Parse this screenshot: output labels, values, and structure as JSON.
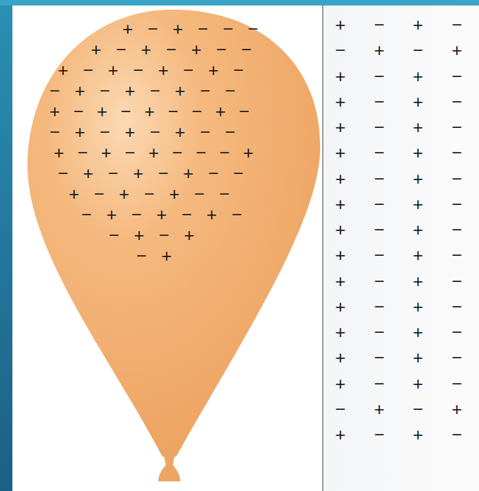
{
  "diagram": {
    "labels": [
      "+ − + − − −",
      "+ − + − + − −",
      "+ − + − + − + −",
      "− + − + − + − −",
      "+ − + − + − − + −",
      "− + − + − + − −",
      "+ − + − + − − − +",
      "− + − + − + − −",
      "+ − + − + − −",
      "− + − + − + −",
      "− + − +",
      "− +",
      "+ − + −",
      "− + − +",
      "+ − + −",
      "+ − + −",
      "+ − + −",
      "+ − + −",
      "+ − + −",
      "+ − + −",
      "+ − + −",
      "+ − + −",
      "+ − + −",
      "+ − + −",
      "+ − + −",
      "+ − + −",
      "+ − + −",
      "− + − +",
      "+ − + −"
    ]
  }
}
